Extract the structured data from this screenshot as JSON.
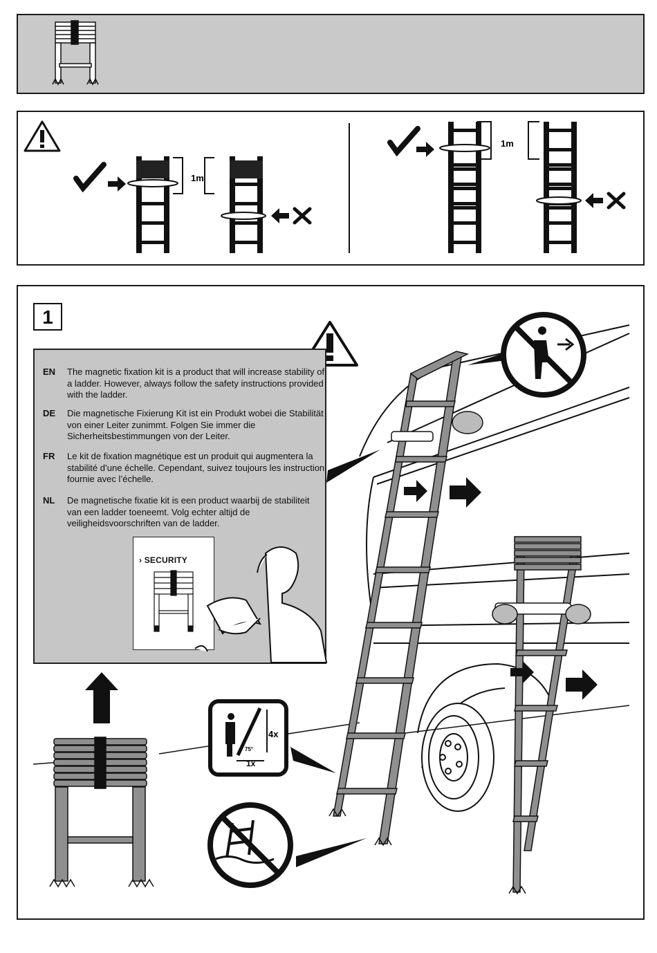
{
  "placement": {
    "left": {
      "distance_label": "1m"
    },
    "right": {
      "distance_label": "1m"
    }
  },
  "step": {
    "number": "1",
    "notices": [
      {
        "lang": "EN",
        "text": "The magnetic fixation kit is a product that will increase stability of a ladder. However, always follow the safety instructions provided with the ladder."
      },
      {
        "lang": "DE",
        "text": "Die magnetische Fixierung Kit ist ein Produkt wobei die Stabilität von einer Leiter zunimmt. Folgen Sie immer die Sicherheitsbestimmungen von der Leiter."
      },
      {
        "lang": "FR",
        "text": "Le kit de fixation magnétique est un produit qui augmentera la stabilité d’une échelle. Cependant, suivez toujours les instruction fournie avec l’échelle."
      },
      {
        "lang": "NL",
        "text": "De magnetische fixatie kit is een product waarbij de stabiliteit van een ladder toeneemt. Volg echter altijd de veiligheidsvoorschriften van de ladder."
      }
    ],
    "manual_label": "› SECURITY",
    "angle_sign": {
      "height_label": "4x",
      "width_label": "1x",
      "angle_label": "75°"
    }
  },
  "colors": {
    "header_band": "#c9c9c9",
    "notice_box": "#c6c6c6",
    "ladder": "#8f8f8f",
    "ink": "#111111"
  }
}
